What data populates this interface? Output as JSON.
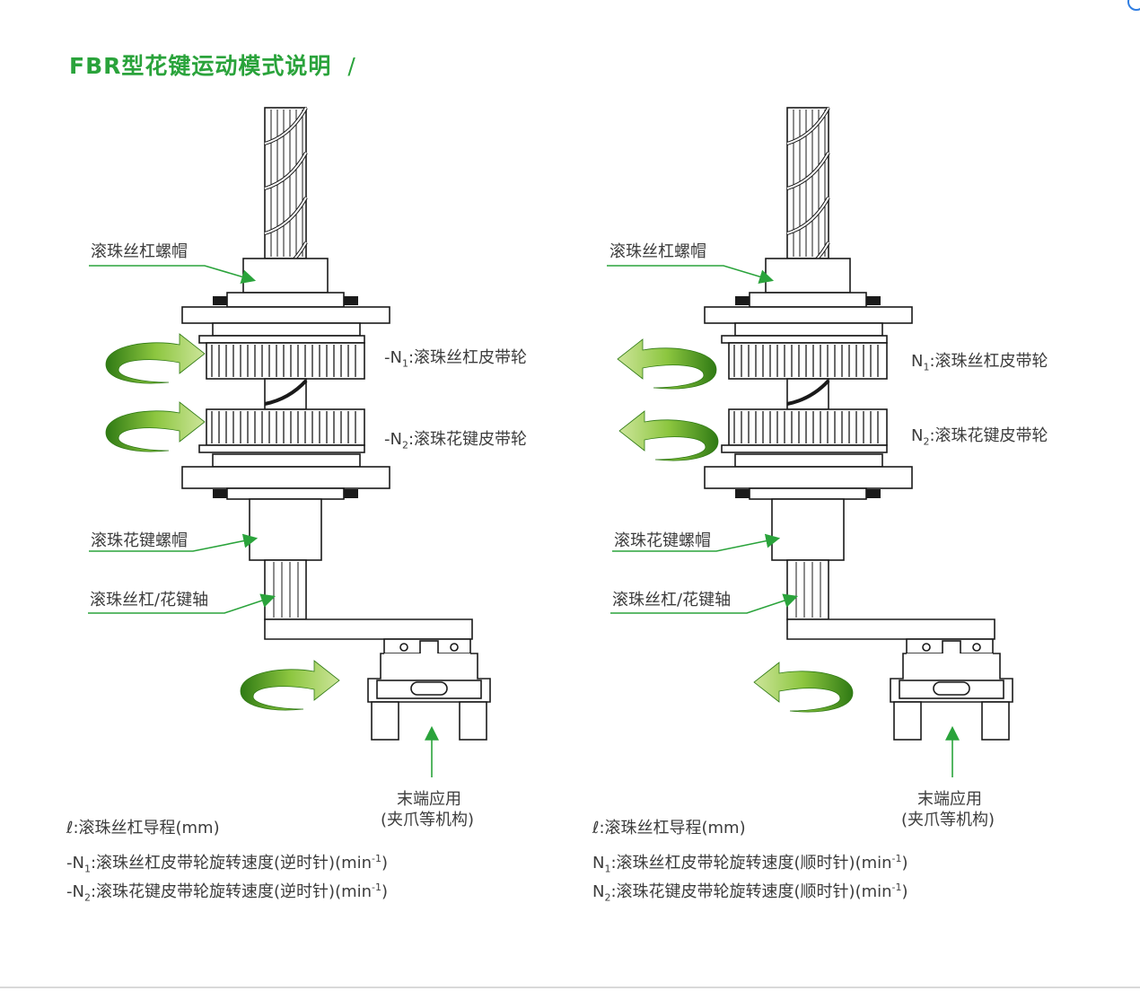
{
  "title": "FBR型花键运动模式说明",
  "title_mark": "/",
  "left": {
    "nut_screw": "滚珠丝杠螺帽",
    "n1_prefix": "-N",
    "n1_label": ":滚珠丝杠皮带轮",
    "n2_prefix": "-N",
    "n2_label": ":滚珠花键皮带轮",
    "nut_spline": "滚珠花键螺帽",
    "shaft": "滚珠丝杠/花键轴",
    "end_app_line1": "末端应用",
    "end_app_line2": "(夹爪等机构)",
    "legend_l": ":滚珠丝杠导程(mm)",
    "legend_n1_prefix": "-N",
    "legend_n1": ":滚珠丝杠皮带轮旋转速度(逆时针)(min",
    "legend_n2_prefix": "-N",
    "legend_n2": ":滚珠花键皮带轮旋转速度(逆时针)(min"
  },
  "right": {
    "nut_screw": "滚珠丝杠螺帽",
    "n1_prefix": "N",
    "n1_label": ":滚珠丝杠皮带轮",
    "n2_prefix": "N",
    "n2_label": ":滚珠花键皮带轮",
    "nut_spline": "滚珠花键螺帽",
    "shaft": "滚珠丝杠/花键轴",
    "end_app_line1": "末端应用",
    "end_app_line2": "(夹爪等机构)",
    "legend_l": ":滚珠丝杠导程(mm)",
    "legend_n1_prefix": "N",
    "legend_n1": ":滚珠丝杠皮带轮旋转速度(顺时针)(min",
    "legend_n2_prefix": "N",
    "legend_n2": ":滚珠花键皮带轮旋转速度(顺时针)(min"
  },
  "symbols": {
    "lead": "ℓ",
    "sub1": "1",
    "sub2": "2",
    "sup_exp": "-1",
    "paren_close": ")"
  },
  "colors": {
    "accent": "#2aa33b",
    "arrow_dark": "#3f8a1c",
    "arrow_light": "#a6d24b",
    "line": "#1a1a1a"
  }
}
